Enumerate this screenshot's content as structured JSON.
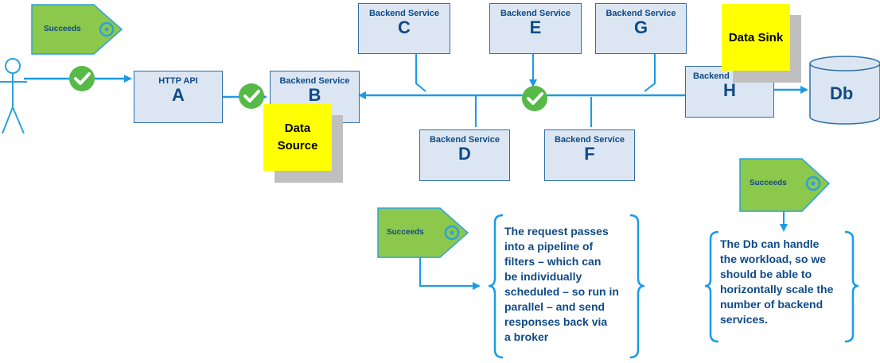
{
  "tags": {
    "top_left": "Succeeds",
    "middle": "Succeeds",
    "right": "Succeeds"
  },
  "boxes": {
    "a": {
      "service": "HTTP API",
      "letter": "A"
    },
    "b": {
      "service": "Backend Service",
      "letter": "B"
    },
    "c": {
      "service": "Backend Service",
      "letter": "C"
    },
    "d": {
      "service": "Backend Service",
      "letter": "D"
    },
    "e": {
      "service": "Backend Service",
      "letter": "E"
    },
    "f": {
      "service": "Backend Service",
      "letter": "F"
    },
    "g": {
      "service": "Backend Service",
      "letter": "G"
    },
    "h": {
      "service": "Backend",
      "letter": "H"
    }
  },
  "stickies": {
    "source": "Data Source",
    "sink": "Data Sink"
  },
  "database": "Db",
  "notes": {
    "pipeline": [
      "The request passes",
      "into a pipeline of",
      "filters – which can",
      "be individually",
      "scheduled – so run in",
      "parallel – and send",
      "responses back via",
      "a broker"
    ],
    "scale": [
      "The Db can handle",
      "the workload, so we",
      "should be able to",
      "horizontally scale the",
      "number of backend",
      "services."
    ]
  },
  "colors": {
    "accent_blue": "#1a9be8",
    "box_fill": "#dce6f2",
    "box_border": "#2e6fa7",
    "text_navy": "#0f4a86",
    "tag_green": "#8cc84b",
    "check_green": "#57b947",
    "sticky_yellow": "#ffff00"
  }
}
